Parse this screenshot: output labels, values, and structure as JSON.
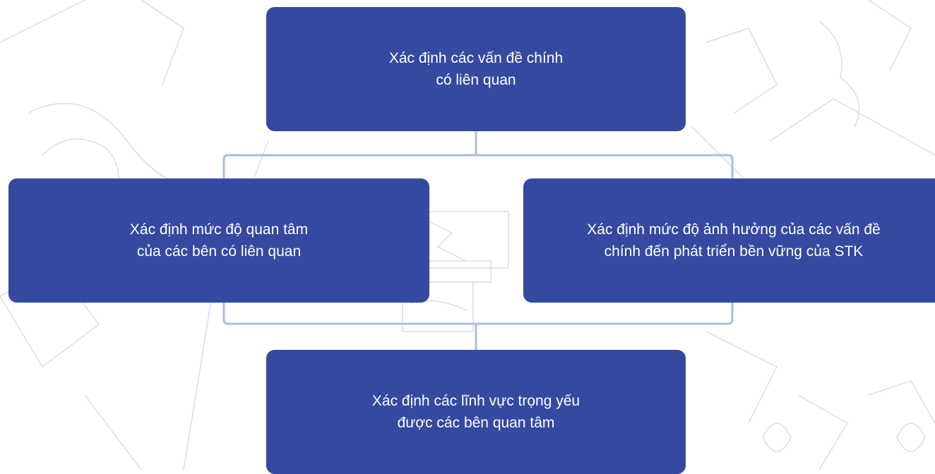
{
  "diagram": {
    "nodes": {
      "top": {
        "line1": "Xác định các vấn đề chính",
        "line2": "có liên quan"
      },
      "left": {
        "line1": "Xác định mức độ quan tâm",
        "line2": "của các bên có liên quan"
      },
      "right": {
        "line1": "Xác định mức độ ảnh hưởng của các vấn đề",
        "line2": "chính đến phát triển bền vững của STK"
      },
      "bottom": {
        "line1": "Xác định các lĩnh vực trọng yếu",
        "line2": "được các bên quan tâm"
      }
    },
    "colors": {
      "box_fill": "#3549a0",
      "box_text": "#ffffff",
      "connector": "#a9bedb",
      "background_sketch": "#d9d9de"
    }
  }
}
